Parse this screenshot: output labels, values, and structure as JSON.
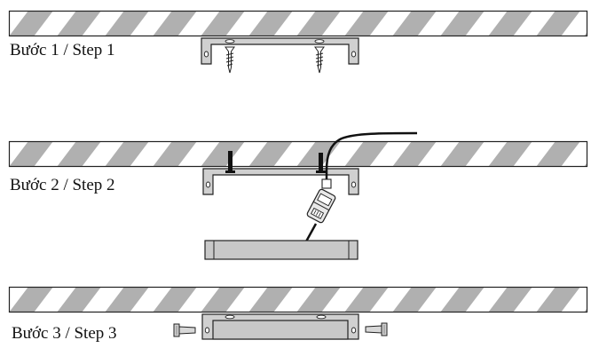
{
  "steps": [
    {
      "label": "Bước 1 / Step 1"
    },
    {
      "label": "Bước 2 / Step 2"
    },
    {
      "label": "Bước 3 / Step 3"
    }
  ],
  "colors": {
    "stripe": "#b0b0b0",
    "bar_fill": "#c8c8c8",
    "outline": "#222222",
    "cable": "#111111"
  }
}
